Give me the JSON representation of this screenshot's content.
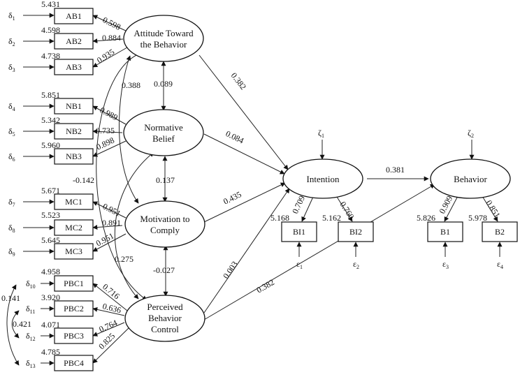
{
  "latent": {
    "attitude": [
      "Attitude Toward",
      "the Behavior"
    ],
    "normative": [
      "Normative",
      "Belief"
    ],
    "motivation": [
      "Motivation to",
      "Comply"
    ],
    "pbc": [
      "Perceived",
      "Behavior",
      "Control"
    ],
    "intention": "Intention",
    "behavior": "Behavior"
  },
  "indicators": {
    "ab": [
      "AB1",
      "AB2",
      "AB3"
    ],
    "nb": [
      "NB1",
      "NB2",
      "NB3"
    ],
    "mc": [
      "MC1",
      "MC2",
      "MC3"
    ],
    "pbc": [
      "PBC1",
      "PBC2",
      "PBC3",
      "PBC4"
    ],
    "bi": [
      "BI1",
      "BI2"
    ],
    "b": [
      "B1",
      "B2"
    ]
  },
  "intercepts": {
    "ab": [
      "5.431",
      "4.598",
      "4.738"
    ],
    "nb": [
      "5.851",
      "5.342",
      "5.960"
    ],
    "mc": [
      "5.671",
      "5.523",
      "5.645"
    ],
    "pbc": [
      "4.958",
      "3.920",
      "4.071",
      "4.785"
    ],
    "bi": [
      "5.168",
      "5.162"
    ],
    "b": [
      "5.826",
      "5.978"
    ]
  },
  "loadings": {
    "ab": [
      "0.598",
      "0.884",
      "0.935"
    ],
    "nb": [
      "0.989",
      "0.735",
      "0.898"
    ],
    "mc": [
      "0.951",
      "0.891",
      "0.951"
    ],
    "pbc": [
      "0.716",
      "0.636",
      "0.764",
      "0.825"
    ],
    "bi": [
      "0.709",
      "0.760"
    ],
    "b": [
      "0.909",
      "0.851"
    ]
  },
  "errors": {
    "delta_base": "δ",
    "delta_subs": [
      "1",
      "2",
      "3",
      "4",
      "5",
      "6",
      "7",
      "8",
      "9",
      "10",
      "11",
      "12",
      "13"
    ],
    "eps_base": "ε",
    "eps_subs": [
      "1",
      "2",
      "3",
      "4"
    ],
    "zeta_base": "ζ",
    "zeta_subs": [
      "1",
      "2"
    ]
  },
  "paths": {
    "att_int": "0.382",
    "nb_int": "0.084",
    "mc_int": "0.435",
    "pbc_int": "0.003",
    "pbc_beh": "0.382",
    "int_beh": "0.381"
  },
  "correlations": {
    "att_nb": "0.089",
    "nb_mc": "0.137",
    "mc_pbc": "-0.027",
    "att_mc": "0.388",
    "nb_pbc": "0.275",
    "att_pbc": "-0.142",
    "e10_e13": "0.141",
    "e11_e12": "0.421"
  },
  "colors": {
    "stroke": "#111111",
    "background": "#ffffff"
  }
}
